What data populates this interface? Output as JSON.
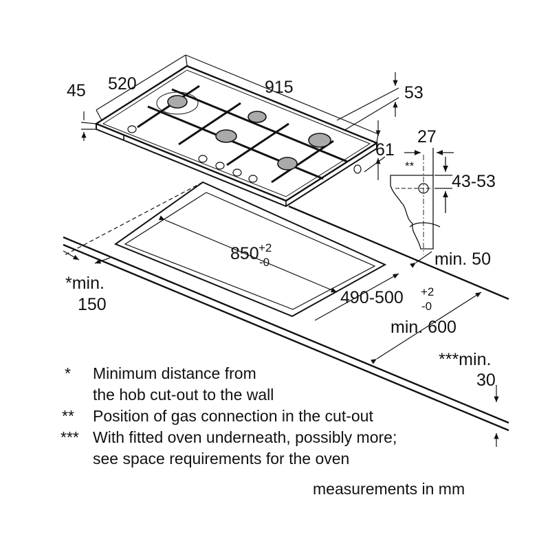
{
  "dimensions": {
    "hob_height": "45",
    "hob_depth": "520",
    "hob_width": "915",
    "rear_offset": "53",
    "side_offset": "61",
    "gas_offset": "27",
    "gas_marker": "**",
    "gas_height": "43-53",
    "cutout_width": "850",
    "cutout_width_tol_plus": "+2",
    "cutout_width_tol_minus": "-0",
    "cutout_depth": "490-500",
    "cutout_depth_tol_plus": "+2",
    "cutout_depth_tol_minus": "-0",
    "min_rear": "min. 50",
    "min_wall_label": "*min.",
    "min_wall_value": "150",
    "min_worktop_depth": "min. 600",
    "min_thickness_label": "***min.",
    "min_thickness_value": "30"
  },
  "notes": [
    {
      "marker": "*",
      "lines": [
        "Minimum distance from",
        "the hob cut-out to the wall"
      ]
    },
    {
      "marker": "**",
      "lines": [
        "Position of gas connection in the cut-out"
      ]
    },
    {
      "marker": "***",
      "lines": [
        "With fitted oven underneath, possibly more;",
        "see space requirements for the oven"
      ]
    }
  ],
  "units_note": "measurements in mm"
}
